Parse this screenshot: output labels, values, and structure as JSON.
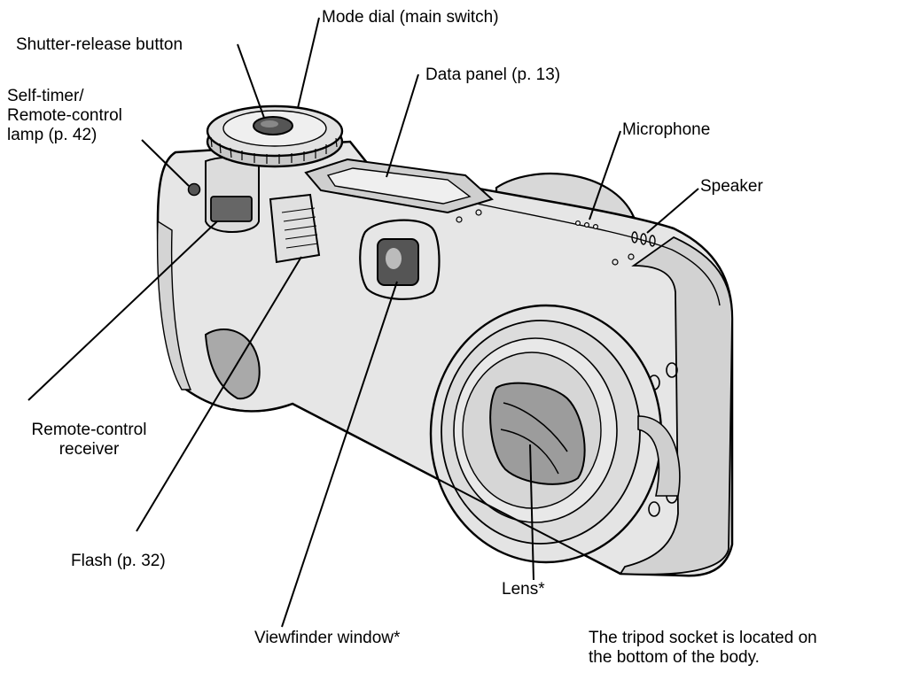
{
  "labels": {
    "mode_dial": "Mode dial (main switch)",
    "shutter_release": "Shutter-release button",
    "self_timer": [
      "Self-timer/",
      "Remote-control",
      "lamp (p. 42)"
    ],
    "data_panel": "Data panel (p. 13)",
    "microphone": "Microphone",
    "speaker": "Speaker",
    "remote_receiver": [
      "Remote-control",
      "receiver"
    ],
    "flash": "Flash (p. 32)",
    "lens": "Lens*",
    "viewfinder": "Viewfinder window*"
  },
  "note": [
    "The tripod socket is located on",
    "the bottom of the body."
  ],
  "colors": {
    "body_fill": "#e6e6e6",
    "shade": "#bdbdbd",
    "dark": "#555555",
    "line": "#000000"
  }
}
